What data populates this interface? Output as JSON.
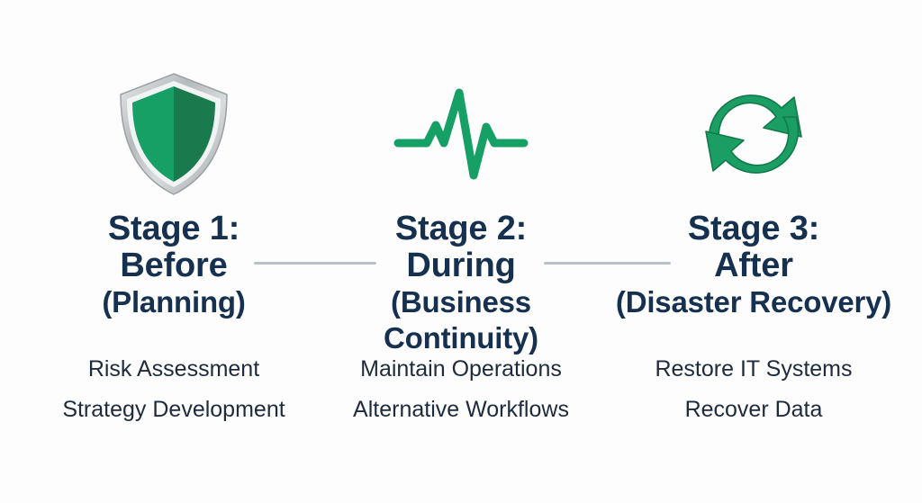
{
  "theme": {
    "background": "#fdfdfd",
    "heading_color": "#16314f",
    "detail_color": "#1d2b3c",
    "accent_green": "#17a065",
    "accent_green_dark": "#1a7a4e",
    "shield_border": "#b9bfc2",
    "connector_color": "#b9c2cc"
  },
  "stages": [
    {
      "icon": "shield-icon",
      "heading_line_1": "Stage 1:",
      "heading_line_2": "Before",
      "heading_line_3": "(Planning)",
      "details": [
        "Risk Assessment",
        "Strategy Development"
      ]
    },
    {
      "icon": "pulse-line-icon",
      "heading_line_1": "Stage 2:",
      "heading_line_2": "During",
      "heading_line_3": "(Business Continuity)",
      "details": [
        "Maintain Operations",
        "Alternative Workflows"
      ]
    },
    {
      "icon": "refresh-cycle-icon",
      "heading_line_1": "Stage 3:",
      "heading_line_2": "After",
      "heading_line_3": "(Disaster Recovery)",
      "details": [
        "Restore IT Systems",
        "Recover Data"
      ]
    }
  ]
}
